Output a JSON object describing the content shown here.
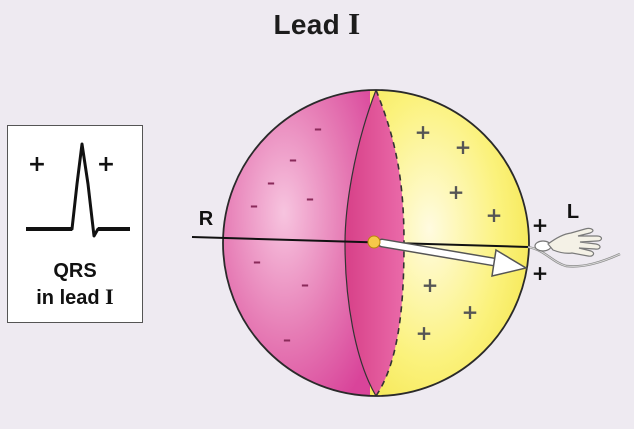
{
  "title": {
    "text": "Lead",
    "numeral": "I"
  },
  "qrs_box": {
    "plus_left": "+",
    "plus_right": "+",
    "label_line1": "QRS",
    "label_line2": "in lead",
    "label_numeral": "I"
  },
  "labels": {
    "right": "R",
    "left": "L"
  },
  "symbols": {
    "plus": "+",
    "minus": "–"
  },
  "colors": {
    "negative": "#e0589e",
    "positive": "#fbf26a",
    "background": "#eeeaf1"
  }
}
